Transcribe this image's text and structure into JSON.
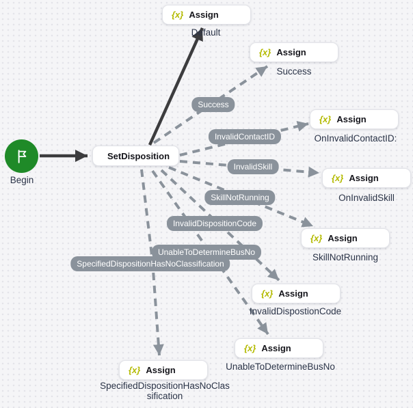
{
  "app": {
    "view": "flow-designer-canvas"
  },
  "colors": {
    "canvas_bg": "#f5f5f7",
    "canvas_dots": "#e4e4e9",
    "begin_green": "#1f8a28",
    "assign_icon_olive": "#b3ba00",
    "set_disposition_pink": "#e72264",
    "edge_gray": "#8a929b",
    "edge_dark": "#3c3c3e",
    "pill_bg": "#8a929b",
    "pill_text": "#ffffff",
    "node_bg": "#ffffff",
    "node_text": "#15151b",
    "caption_text": "#2a3347"
  },
  "icons": {
    "assign_glyph": "{x}",
    "begin": "flag-icon",
    "set_disposition": "checkbox-check-icon"
  },
  "nodes": {
    "begin": {
      "label": "Begin"
    },
    "set_disposition": {
      "title": "SetDisposition"
    },
    "assigns": [
      {
        "title": "Assign",
        "caption": "Default"
      },
      {
        "title": "Assign",
        "caption": "Success"
      },
      {
        "title": "Assign",
        "caption": "OnInvalidContactID:"
      },
      {
        "title": "Assign",
        "caption": "OnInvalidSkill"
      },
      {
        "title": "Assign",
        "caption": "SkillNotRunning"
      },
      {
        "title": "Assign",
        "caption": "InvalidDispostionCode"
      },
      {
        "title": "Assign",
        "caption": "UnableToDetermineBusNo"
      },
      {
        "title": "Assign",
        "caption": "SpecifiedDispositionHasNoClassification"
      }
    ]
  },
  "edges": {
    "labels": [
      "Success",
      "InvalidContactID",
      "InvalidSkill",
      "SkillNotRunning",
      "InvalidDispositionCode",
      "UnableToDetermineBusNo",
      "SpecifiedDispositionHasNoClassification"
    ]
  }
}
